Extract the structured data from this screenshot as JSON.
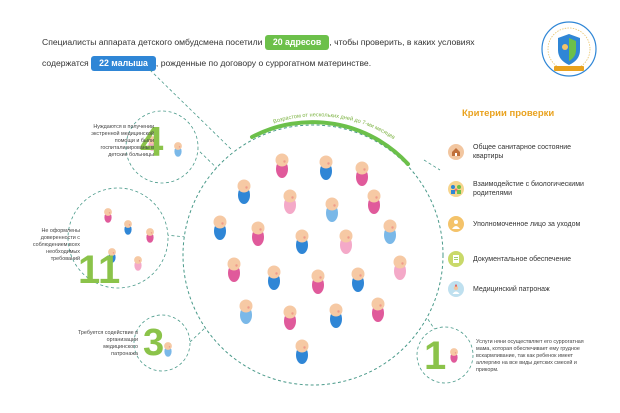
{
  "header": {
    "line1_before": "Специалисты аппарата детского омбудсмена посетили",
    "addresses_pill": "20 адресов",
    "line1_after": ", чтобы проверить, в каких условиях",
    "line2_before": "содержатся",
    "babies_pill": "22 малыша",
    "line2_after": ", рожденные по договору о суррогатном материнстве."
  },
  "arc_label": "Возрастом от нескольких дней до 7-ми месяцев",
  "criteria": {
    "title": "Критерии проверки",
    "items": [
      {
        "label": "Общее санитарное состояние квартиры",
        "icon": "house-icon",
        "color": "#f2c6a0"
      },
      {
        "label": "Взаимодейстие с биологическими родителями",
        "icon": "family-icon",
        "color": "#f6d58e"
      },
      {
        "label": "Уполномоченное лицо за уходом",
        "icon": "caregiver-icon",
        "color": "#f4c36a"
      },
      {
        "label": "Документальное обеспечение",
        "icon": "document-icon",
        "color": "#c9d96a"
      },
      {
        "label": "Медицинский патронаж",
        "icon": "nurse-icon",
        "color": "#bfe0ef"
      }
    ]
  },
  "groups": [
    {
      "number": "4",
      "text": "Нуждаются в получении экстренной медицинской помощи и были госпитализированы в детские больницы"
    },
    {
      "number": "11",
      "text": "Не оформлены доверенности с соблюдением всех необходимых требований"
    },
    {
      "number": "3",
      "text": "Требуется содействие в организации медицинского патронажа"
    },
    {
      "number": "1",
      "text": "Услуги няни осуществляет его суррогатная мама, которая обеспечивает ему грудное вскармливание, так как ребенок имеет аллергию на все виды детских смесей и прикорм."
    }
  ],
  "colors": {
    "green": "#6cc04a",
    "blue": "#2f86d6",
    "orange": "#e9a21e",
    "number_green": "#8bc34a"
  }
}
